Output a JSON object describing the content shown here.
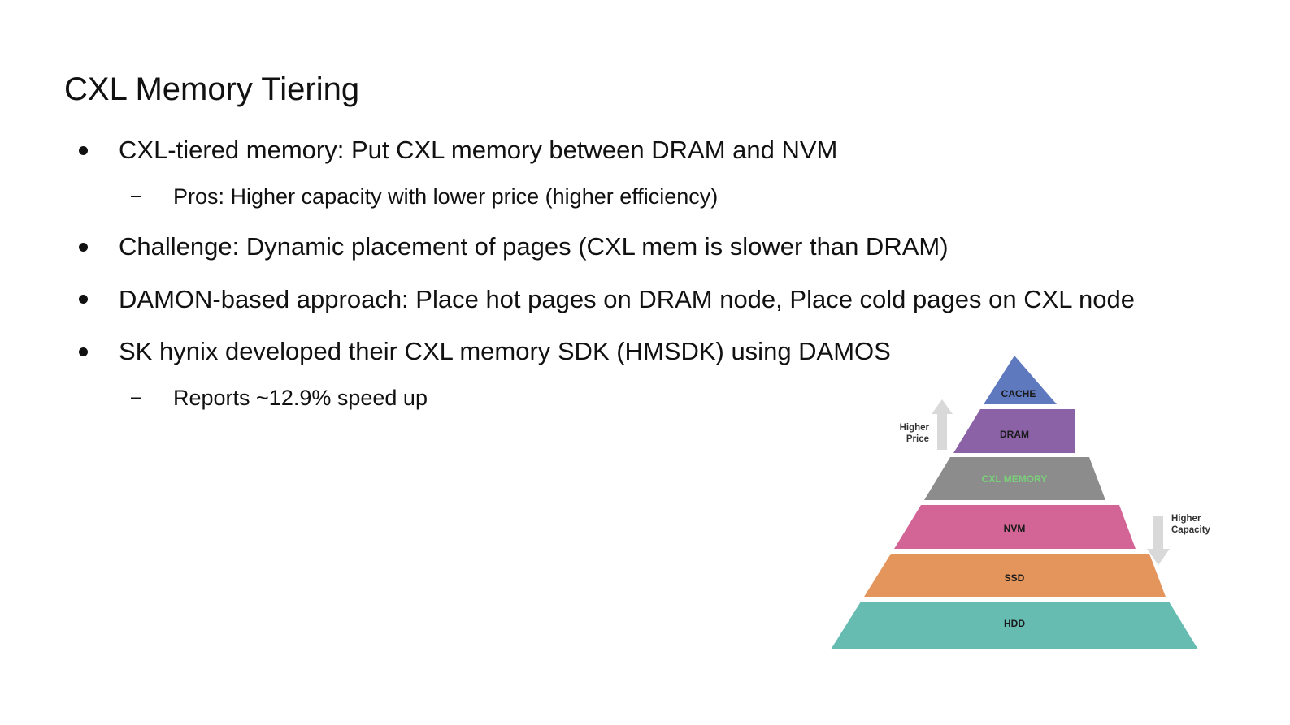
{
  "slide": {
    "title": "CXL Memory Tiering",
    "bullets": [
      {
        "text": "CXL-tiered memory: Put CXL memory between DRAM and NVM",
        "sub": [
          "Pros: Higher capacity with lower price (higher efficiency)"
        ]
      },
      {
        "text": "Challenge: Dynamic placement of pages (CXL mem is slower than DRAM)",
        "sub": []
      },
      {
        "text": "DAMON-based approach: Place hot pages on DRAM node, Place cold pages on CXL node",
        "sub": []
      },
      {
        "text": "SK hynix developed their CXL memory SDK (HMSDK) using DAMOS",
        "sub": [
          "Reports ~12.9% speed up"
        ]
      }
    ]
  },
  "pyramid": {
    "tiers": [
      {
        "label": "CACHE",
        "color": "#5f79bf",
        "text_color": "#1a1a1a"
      },
      {
        "label": "DRAM",
        "color": "#8b62a6",
        "text_color": "#1a1a1a"
      },
      {
        "label": "CXL MEMORY",
        "color": "#8c8c8c",
        "text_color": "#7ad07a"
      },
      {
        "label": "NVM",
        "color": "#d36596",
        "text_color": "#1a1a1a"
      },
      {
        "label": "SSD",
        "color": "#e3955b",
        "text_color": "#1a1a1a"
      },
      {
        "label": "HDD",
        "color": "#67bcb2",
        "text_color": "#1a1a1a"
      }
    ],
    "price_label": [
      "Higher",
      "Price"
    ],
    "capacity_label": [
      "Higher",
      "Capacity"
    ],
    "arrow_color": "#d9d9d9"
  }
}
